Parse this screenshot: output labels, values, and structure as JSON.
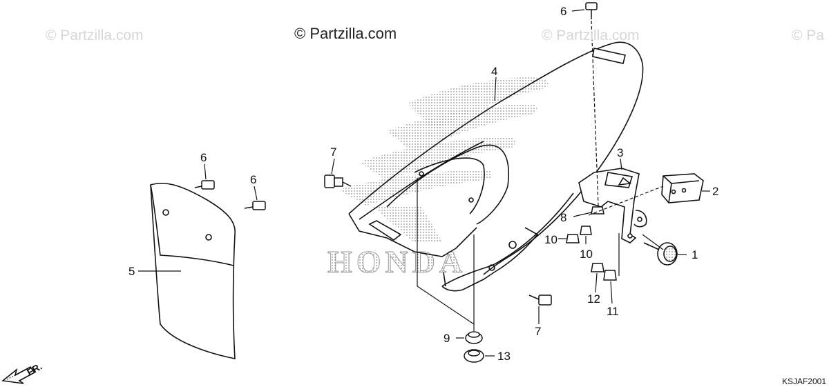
{
  "watermarks": {
    "main": "© Partzilla.com",
    "faint_left": "© Partzilla.com",
    "faint_mid": "© Partzilla.com",
    "faint_right": "© Pa"
  },
  "background_logo": "HONDA",
  "callouts": {
    "c1": "1",
    "c2": "2",
    "c3": "3",
    "c4": "4",
    "c5": "5",
    "c6a": "6",
    "c6b": "6",
    "c6c": "6",
    "c7a": "7",
    "c7b": "7",
    "c8": "8",
    "c9": "9",
    "c10a": "10",
    "c10b": "10",
    "c11": "11",
    "c12": "12",
    "c13": "13"
  },
  "diagram_code": "KSJAF2001",
  "front_label": "FR.",
  "colors": {
    "ink": "#111111",
    "halftone": "#9a9a9a",
    "watermark": "#d6d6d6"
  }
}
